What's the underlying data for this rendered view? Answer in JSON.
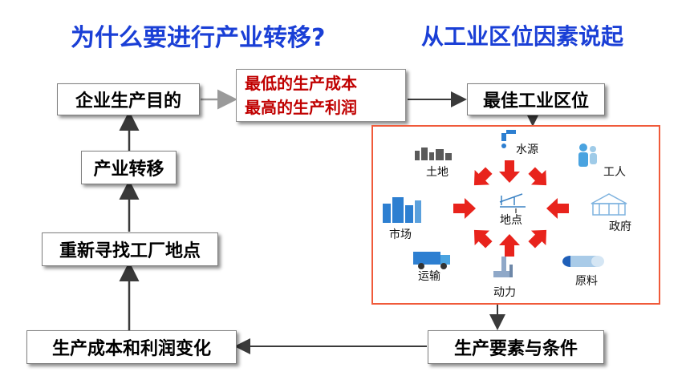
{
  "titles": {
    "left": "为什么要进行产业转移?",
    "right": "从工业区位因素说起"
  },
  "boxes": {
    "goal": "企业生产目的",
    "shift": "产业转移",
    "relocate": "重新寻找工厂地点",
    "change": "生产成本和利润变化",
    "best_location": "最佳工业区位",
    "factors": "生产要素与条件"
  },
  "red_box": {
    "line1": "最低的生产成本",
    "line2": "最高的生产利润"
  },
  "factor_panel": {
    "center": "地点",
    "items": {
      "land": "土地",
      "water": "水源",
      "labor": "工人",
      "market": "市场",
      "government": "政府",
      "transport": "运输",
      "power": "动力",
      "material": "原料"
    }
  },
  "colors": {
    "title": "#1a3fd6",
    "red_text": "#c00000",
    "panel_border": "#f05a3a",
    "arrow": "#3a3a3a",
    "factor_arrow": "#e8231c"
  }
}
